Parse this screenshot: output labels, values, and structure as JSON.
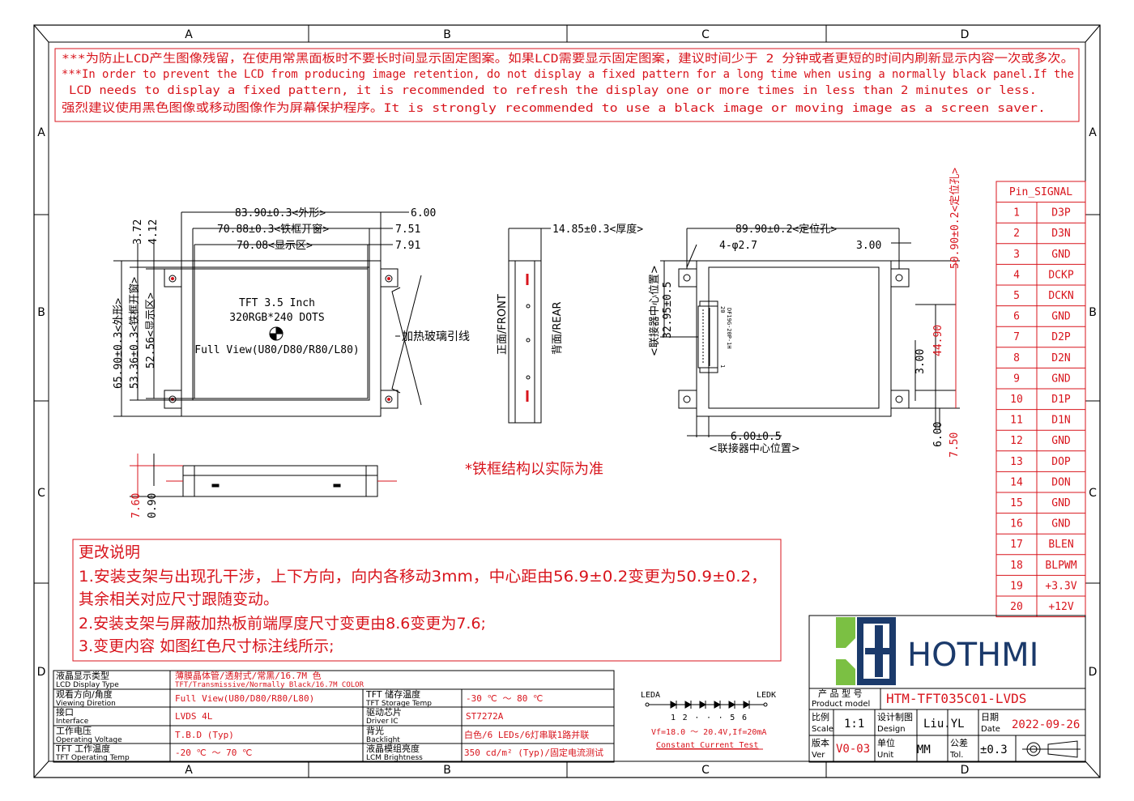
{
  "zones": {
    "top": [
      "A",
      "B",
      "C",
      "D"
    ],
    "side": [
      "A",
      "B",
      "C",
      "D"
    ]
  },
  "notice": {
    "line1": "***为防止LCD产生图像残留，在使用常黑面板时不要长时间显示固定图案。如果LCD需要显示固定图案，建议时间少于 2 分钟或者更短的时间内刷新显示内容一次或多次。",
    "line2": "***In order to prevent the LCD from producing image retention, do not display a fixed pattern for a long time when using a normally black panel.If the",
    "line3": "LCD needs to display a fixed pattern, it is recommended to refresh the display one or more times in less than 2 minutes or less.",
    "line4": "强烈建议使用黑色图像或移动图像作为屏幕保护程序。It is strongly recommended to use a black image or moving image as a screen saver."
  },
  "front": {
    "dim_outer_w": "83.90±0.3<外形>",
    "dim_frame_w": "70.88±0.3<铁框开窗>",
    "dim_view_w": "70.08<显示区>",
    "dim_600": "6.00",
    "dim_751": "7.51",
    "dim_791": "7.91",
    "dim_372": "3.72",
    "dim_412": "4.12",
    "dim_outer_h": "65.90±0.3<外形>",
    "dim_frame_h": "53.36±0.3<铁框开窗>",
    "dim_view_h": "52.56<显示区>",
    "screen_l1": "TFT 3.5 Inch",
    "screen_l2": "320RGB*240 DOTS",
    "screen_l3": "Full View(U80/D80/R80/L80)",
    "heater_lead": "加热玻璃引线",
    "dim_760": "7.60",
    "dim_090": "0.90"
  },
  "side_view": {
    "thickness": "14.85±0.3<厚度>",
    "front_label": "正面/FRONT",
    "rear_label": "背面/REAR"
  },
  "back_view": {
    "hole_dist": "89.90±0.2<定位孔>",
    "holes": "4-φ2.7",
    "dim_300_top": "3.00",
    "conn_center_v": "32.95±0.5",
    "conn_center_v_label": "<联接器中心位置>",
    "dim_4490": "44.90",
    "dim_300_right": "3.00",
    "dim_600_right": "6.00",
    "dim_750": "7.50",
    "hole_v_dist": "50.90±0.2<定位孔>",
    "conn_h": "6.00±0.5",
    "conn_h_label": "<联接器中心位置>",
    "conn_part": "DF19G-20P-1H",
    "pin20": "20",
    "pin1": "1"
  },
  "frame_note": "*铁框结构以实际为准",
  "change_notes": {
    "title": "更改说明",
    "line1": "1.安装支架与出现孔干涉，上下方向，向内各移动3mm，中心距由56.9±0.2变更为50.9±0.2，",
    "line2": "其余相关对应尺寸跟随变动。",
    "line3": "2.安装支架与屏蔽加热板前端厚度尺寸变更由8.6变更为7.6;",
    "line4": "3.变更内容 如图红色尺寸标注线所示;"
  },
  "pin_table": {
    "header": "Pin_SIGNAL",
    "pins": [
      [
        "1",
        "D3P"
      ],
      [
        "2",
        "D3N"
      ],
      [
        "3",
        "GND"
      ],
      [
        "4",
        "DCKP"
      ],
      [
        "5",
        "DCKN"
      ],
      [
        "6",
        "GND"
      ],
      [
        "7",
        "D2P"
      ],
      [
        "8",
        "D2N"
      ],
      [
        "9",
        "GND"
      ],
      [
        "10",
        "D1P"
      ],
      [
        "11",
        "D1N"
      ],
      [
        "12",
        "GND"
      ],
      [
        "13",
        "DOP"
      ],
      [
        "14",
        "DON"
      ],
      [
        "15",
        "GND"
      ],
      [
        "16",
        "GND"
      ],
      [
        "17",
        "BLEN"
      ],
      [
        "18",
        "BLPWM"
      ],
      [
        "19",
        "+3.3V"
      ],
      [
        "20",
        "+12V"
      ]
    ]
  },
  "spec_table": {
    "rows": [
      {
        "cn": "液晶显示类型",
        "en": "LCD Display Type",
        "value": "薄膜晶体管/透射式/常黑/16.7M 色",
        "value2": "TFT/Transmissive/Normally Black/16.7M COLOR"
      },
      {
        "cn": "观看方向/角度",
        "en": "Viewing Diretion",
        "value": "Full View(U80/D80/R80/L80)"
      },
      {
        "cn": "接口",
        "en": "Interface",
        "value": "LVDS 4L"
      },
      {
        "cn": "工作电压",
        "en": "Operating Voltage",
        "value": "T.B.D (Typ)"
      },
      {
        "cn": "TFT 工作温度",
        "en": "TFT Operating Temp",
        "value": "-20 ℃ ～ 70 ℃"
      }
    ],
    "rows_right": [
      {
        "cn": "TFT 储存温度",
        "en": "TFT Storage Temp",
        "value": "-30 ℃ ～ 80 ℃"
      },
      {
        "cn": "驱动芯片",
        "en": "Driver IC",
        "value": "ST7272A"
      },
      {
        "cn": "背光",
        "en": "Backlight",
        "value": "白色/6 LEDs/6灯串联1路并联"
      },
      {
        "cn": "液晶模组亮度",
        "en": "LCM Brightness",
        "value": "350 cd/m² (Typ)/固定电流测试"
      }
    ]
  },
  "led": {
    "leda": "LEDA",
    "ledk": "LEDK",
    "nums": "1 2 · · · 5 6",
    "vf": "Vf=18.0 ～ 20.4V,If=20mA",
    "test": "Constant Current Test"
  },
  "title_block": {
    "logo": "HOTHMI",
    "model_label_cn": "产 品 型 号",
    "model_label_en": "Product model",
    "model": "HTM-TFT035C01-LVDS",
    "scale_cn": "比例",
    "scale_en": "Scale",
    "scale": "1:1",
    "design_cn": "设计制图",
    "design_en": "Design",
    "designer": "Liu.YL",
    "date_cn": "日期",
    "date_en": "Date",
    "date": "2022-09-26",
    "ver_cn": "版本",
    "ver_en": "Ver",
    "ver": "V0-03",
    "unit_cn": "单位",
    "unit_en": "Unit",
    "unit": "MM",
    "tol_cn": "公差",
    "tol_en": "Tol.",
    "tol": "±0.3"
  },
  "colors": {
    "red": "#d8141c",
    "line": "#000000",
    "green": "#7bc043",
    "blue": "#1b3a6b"
  }
}
